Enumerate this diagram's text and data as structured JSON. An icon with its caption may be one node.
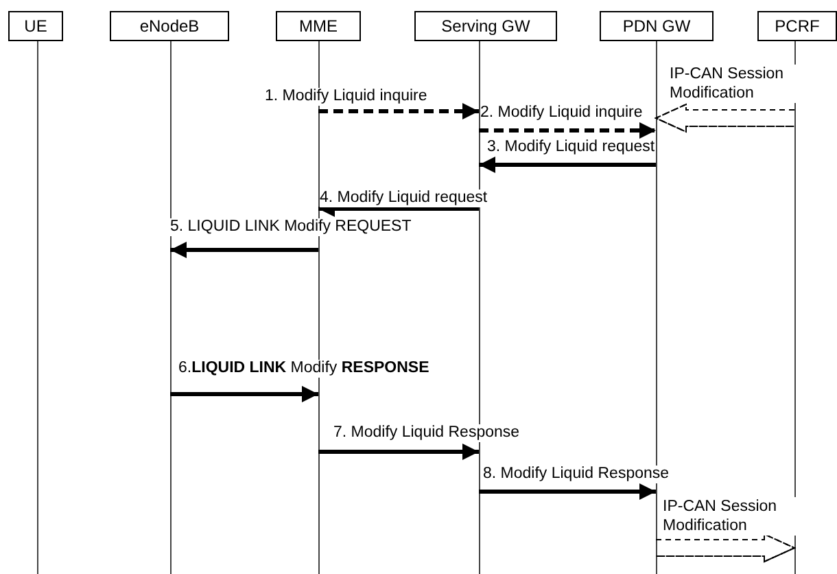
{
  "diagram": {
    "nodes": [
      {
        "text": [
          "UE"
        ]
      },
      {
        "text": [
          "eNodeB"
        ]
      },
      {
        "text": [
          "MME"
        ]
      },
      {
        "text": [
          "Serving GW"
        ]
      },
      {
        "text": [
          "PDN GW"
        ]
      },
      {
        "text": [
          "PCRF"
        ]
      }
    ],
    "edges": [
      {
        "from": 2,
        "to": 3,
        "arrow": "to",
        "label": "1. Modify Liquid inquire",
        "style": "dashed"
      },
      {
        "from": 5,
        "to": 4,
        "arrow": "to",
        "label": "IP-CAN Session Modification",
        "style": "dashed"
      },
      {
        "from": 3,
        "to": 4,
        "arrow": "to",
        "label": "2. Modify Liquid inquire",
        "style": "dashed"
      },
      {
        "from": 4,
        "to": 3,
        "arrow": "to",
        "label": "3. Modify Liquid request"
      },
      {
        "from": 3,
        "to": 2,
        "arrow": "to",
        "label": "4. Modify Liquid request"
      },
      {
        "from": 2,
        "to": 1,
        "arrow": "to",
        "label": "5. LIQUID LINK Modify REQUEST"
      },
      {
        "from": 1,
        "to": 2,
        "arrow": "to",
        "label": "6.**LIQUID LINK** Modify **RESPONSE**"
      },
      {
        "from": 2,
        "to": 3,
        "arrow": "to",
        "label": "7. Modify Liquid Response"
      },
      {
        "from": 3,
        "to": 4,
        "arrow": "to",
        "label": "8. Modify Liquid Response"
      },
      {
        "from": 4,
        "to": 5,
        "arrow": "to",
        "label": "IP-CAN Session Modification",
        "style": "dashed"
      }
    ]
  }
}
